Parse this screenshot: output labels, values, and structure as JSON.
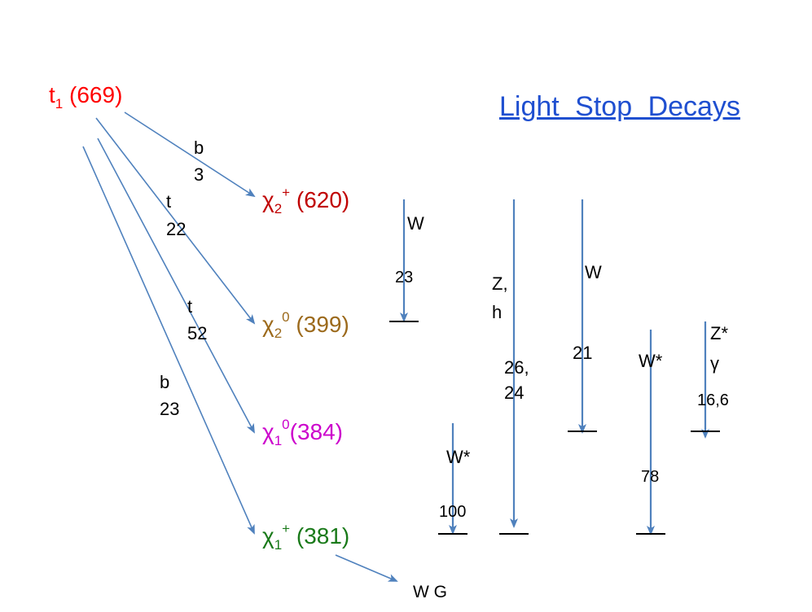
{
  "title": "Light Stop Decays",
  "colors": {
    "arrow": "#4f81bd",
    "stop": "#ff0000",
    "chi2_plus": "#c00000",
    "chi2_0": "#9c6a1c",
    "chi1_0": "#cc00cc",
    "chi1_plus": "#1a7a1a",
    "title": "#1f4fd0"
  },
  "states": {
    "stop": {
      "sym": "t",
      "sub": "1",
      "mass": "(669)"
    },
    "chi2_plus": {
      "sym": "χ",
      "sub": "2",
      "sup": "+",
      "mass": "(620)"
    },
    "chi2_0": {
      "sym": "χ",
      "sub": "2",
      "sup": "0",
      "mass": "(399)"
    },
    "chi1_0": {
      "sym": "χ",
      "sub": "1",
      "sup": "0",
      "mass": "(384)"
    },
    "chi1_plus": {
      "sym": "χ",
      "sub": "1",
      "sup": "+",
      "mass": "(381)"
    }
  },
  "stop_decays": [
    {
      "particle": "b",
      "br": "3"
    },
    {
      "particle": "t",
      "br": "22"
    },
    {
      "particle": "t",
      "br": "52"
    },
    {
      "particle": "b",
      "br": "23"
    }
  ],
  "cascade_labels": {
    "w1": "W",
    "br_23": "23",
    "z_comma": "Z,",
    "h": "h",
    "br_26_24_a": "26,",
    "br_26_24_b": "24",
    "w2": "W",
    "br_21": "21",
    "wstar1": "W*",
    "br_78": "78",
    "zstar": "Z*",
    "gamma": "γ",
    "br_16_6": "16,6",
    "wstar2": "W*",
    "br_100": "100"
  },
  "final_decay": "W G"
}
